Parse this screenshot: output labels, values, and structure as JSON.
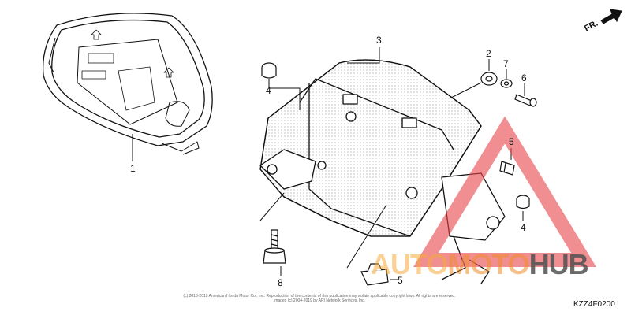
{
  "diagram": {
    "code": "KZZ4F0200",
    "direction_label": "FR.",
    "copyright": "(c) 2013-2019 American Honda Motor Co., Inc. Reproduction of the contents of this publication may violate applicable copyright laws. All rights are reserved. Images (c) 2004-2019 by ARI Network Services, Inc.",
    "callouts": {
      "p1": "1",
      "p2": "2",
      "p3": "3",
      "p4a": "4",
      "p4b": "4",
      "p5a": "5",
      "p5b": "5",
      "p6": "6",
      "p7": "7",
      "p8": "8"
    }
  },
  "watermark": {
    "part1": "AUTO",
    "part2": "MOTO",
    "part3": "HUB",
    "colors": {
      "triangle": "#e8434a",
      "orange": "#f0a040",
      "gray": "#555555"
    }
  }
}
